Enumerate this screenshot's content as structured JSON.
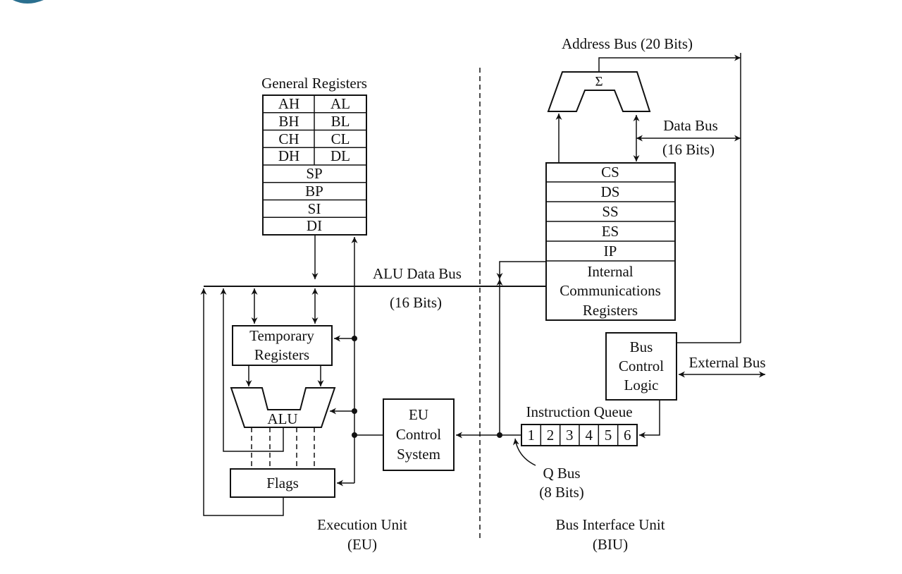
{
  "accent_color": "#2a6f8f",
  "general_registers": {
    "title": "General Registers",
    "pairs": [
      [
        "AH",
        "AL"
      ],
      [
        "BH",
        "BL"
      ],
      [
        "CH",
        "CL"
      ],
      [
        "DH",
        "DL"
      ]
    ],
    "singles": [
      "SP",
      "BP",
      "SI",
      "DI"
    ]
  },
  "alu_data_bus": {
    "label": "ALU Data Bus",
    "width": "(16 Bits)"
  },
  "temporary_registers": {
    "line1": "Temporary",
    "line2": "Registers"
  },
  "alu": {
    "label": "ALU"
  },
  "flags": {
    "label": "Flags"
  },
  "eu_control": {
    "line1": "EU",
    "line2": "Control",
    "line3": "System"
  },
  "execution_unit": {
    "line1": "Execution Unit",
    "line2": "(EU)"
  },
  "bus_interface_unit": {
    "line1": "Bus Interface Unit",
    "line2": "(BIU)"
  },
  "address_bus": {
    "label": "Address Bus (20 Bits)"
  },
  "adder": {
    "symbol": "Σ"
  },
  "data_bus": {
    "label": "Data Bus",
    "width": "(16 Bits)"
  },
  "segment_registers": [
    "CS",
    "DS",
    "SS",
    "ES",
    "IP"
  ],
  "internal_registers": {
    "line1": "Internal",
    "line2": "Communications",
    "line3": "Registers"
  },
  "bus_control_logic": {
    "line1": "Bus",
    "line2": "Control",
    "line3": "Logic"
  },
  "external_bus": {
    "label": "External Bus"
  },
  "instruction_queue": {
    "label": "Instruction Queue",
    "slots": [
      "1",
      "2",
      "3",
      "4",
      "5",
      "6"
    ]
  },
  "q_bus": {
    "label": "Q Bus",
    "width": "(8 Bits)"
  }
}
